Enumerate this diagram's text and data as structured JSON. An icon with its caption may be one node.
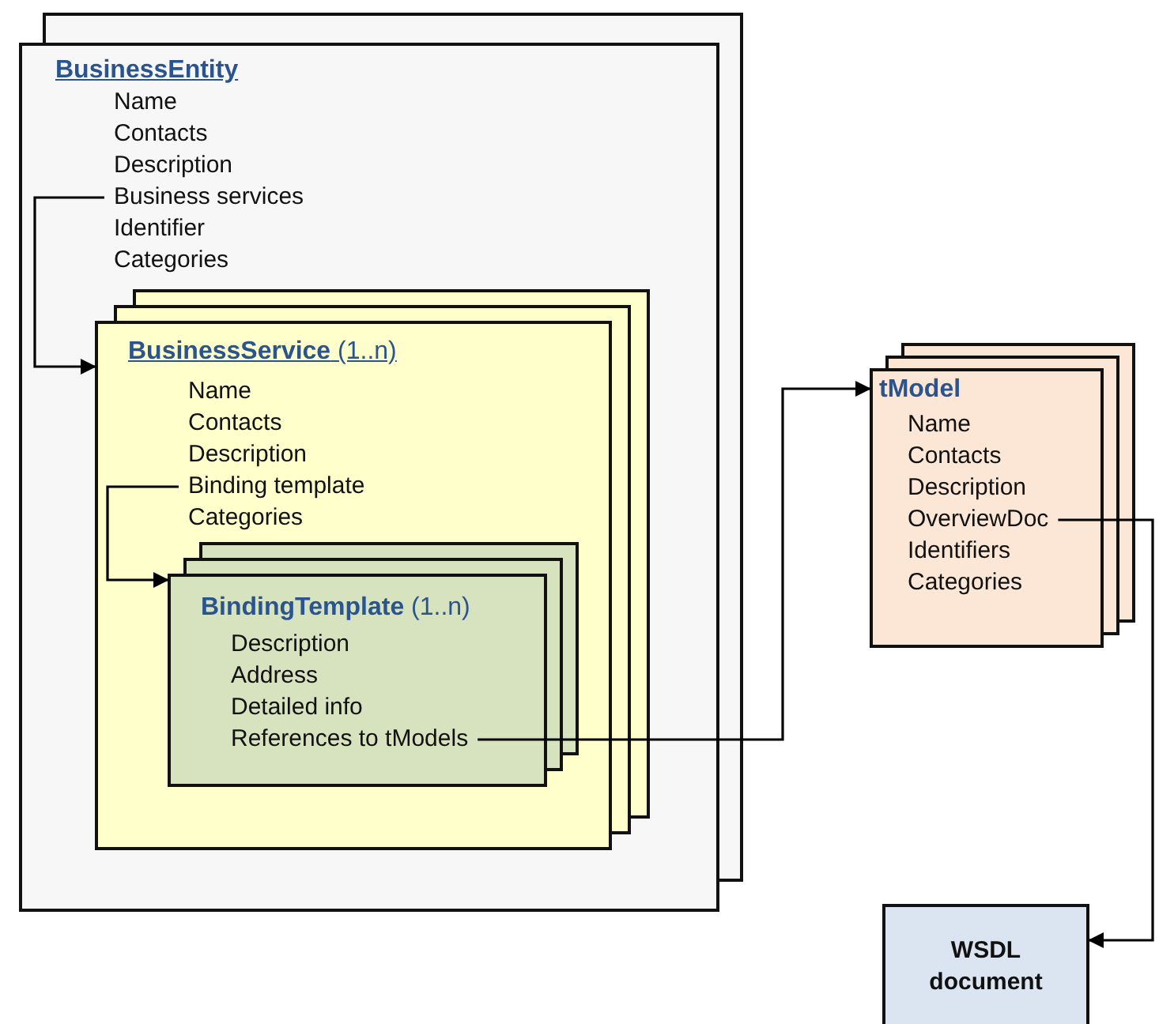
{
  "diagram": {
    "nodes": [
      {
        "text": [
          "BusinessEntity",
          "Name",
          "Contacts",
          "Description",
          "Identifier",
          "Categories"
        ]
      },
      {
        "text": [
          "Business services"
        ],
        "in": 0
      },
      {
        "text": [
          "**BusinessService** (1..n)",
          "Name",
          "Contacts",
          "Description",
          "Categories"
        ],
        "in": 0
      },
      {
        "text": [
          "Binding template"
        ],
        "in": 2
      },
      {
        "text": [
          "**BindingTemplate** (1..n)",
          "Description",
          "Address",
          "Detailed info"
        ],
        "in": 2
      },
      {
        "text": [
          "References to tModels"
        ],
        "in": 4
      },
      {
        "text": [
          "tModel",
          "Name",
          "Contacts",
          "Description",
          "Identifiers",
          "Categories"
        ]
      },
      {
        "text": [
          "OverviewDoc"
        ],
        "in": 6
      },
      {
        "text": [
          "WSDL document"
        ]
      }
    ],
    "edges": [
      {
        "from": 1,
        "to": 2,
        "arrow": "to"
      },
      {
        "from": 3,
        "to": 4,
        "arrow": "to"
      },
      {
        "from": 5,
        "to": 6,
        "arrow": "to"
      },
      {
        "from": 7,
        "to": 8,
        "arrow": "to"
      }
    ]
  }
}
